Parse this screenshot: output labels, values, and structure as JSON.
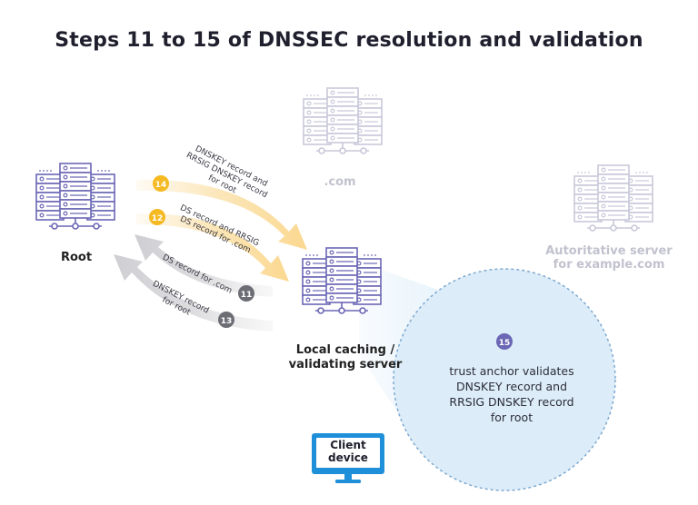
{
  "title": "Steps 11 to 15 of DNSSEC resolution and validation",
  "nodes": {
    "root": {
      "label": "Root"
    },
    "com": {
      "label": ".com"
    },
    "authoritative": {
      "label_line1": "Autoritative server",
      "label_line2": "for example.com"
    },
    "resolver": {
      "label_line1": "Local caching /",
      "label_line2": "validating server"
    },
    "client": {
      "label_line1": "Client",
      "label_line2": "device"
    }
  },
  "arrows": [
    {
      "step": "14",
      "line1": "DNSKEY record and",
      "line2": "RRSIG DNSKEY record",
      "line3": "for root"
    },
    {
      "step": "12",
      "line1": "DS record and RRSIG",
      "line2": "DS record for .com"
    },
    {
      "step": "11",
      "line1": "DS record for .com"
    },
    {
      "step": "13",
      "line1": "DNSKEY record",
      "line2": "for root"
    }
  ],
  "validation": {
    "step": "15",
    "line1": "trust anchor validates",
    "line2": "DNSKEY record and",
    "line3": "RRSIG DNSKEY record",
    "line4": "for root"
  },
  "colors": {
    "server_stroke": "#6b67b5",
    "server_faint": "#c9c8da",
    "yellow_badge": "#f5b922",
    "yellow_arrow": "#fbe3b0",
    "gray_badge": "#6d6d75",
    "gray_arrow": "#d7d7da",
    "circle_fill": "#dcedf9",
    "circle_stroke": "#7fa8cf",
    "monitor": "#1f8fd9",
    "purple_badge": "#6b67b5"
  }
}
